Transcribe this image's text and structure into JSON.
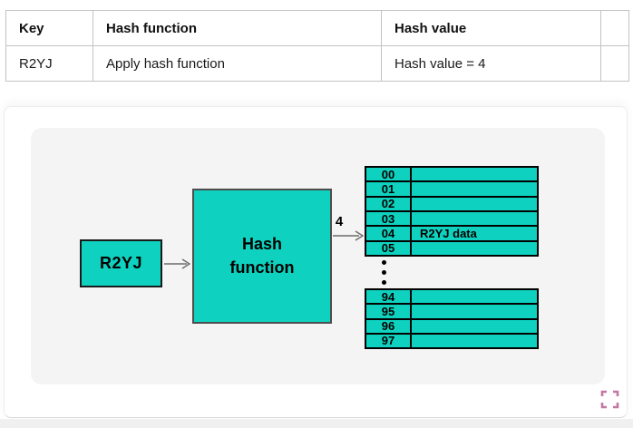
{
  "summary_table": {
    "columns": [
      "Key",
      "Hash function",
      "Hash value",
      ""
    ],
    "row": {
      "key": "R2YJ",
      "hash_function": "Apply hash function",
      "hash_value": "Hash value = 4",
      "extra": ""
    }
  },
  "diagram": {
    "key_label": "R2YJ",
    "process_label": "Hash function",
    "arrow_value": "4",
    "top_buckets": [
      {
        "index": "00",
        "value": ""
      },
      {
        "index": "01",
        "value": ""
      },
      {
        "index": "02",
        "value": ""
      },
      {
        "index": "03",
        "value": ""
      },
      {
        "index": "04",
        "value": "R2YJ data"
      },
      {
        "index": "05",
        "value": ""
      }
    ],
    "bottom_buckets": [
      {
        "index": "94",
        "value": ""
      },
      {
        "index": "95",
        "value": ""
      },
      {
        "index": "96",
        "value": ""
      },
      {
        "index": "97",
        "value": ""
      }
    ]
  },
  "icons": {
    "ellipsis": "vertical-dots",
    "fullscreen": "expand-corners"
  },
  "colors": {
    "bucket_fill": "#0ed2bf",
    "panel_bg": "#f4f4f5",
    "table_border": "#c3c3c3",
    "fullscreen_icon": "#c377a2",
    "diagram_border": "#000000"
  }
}
